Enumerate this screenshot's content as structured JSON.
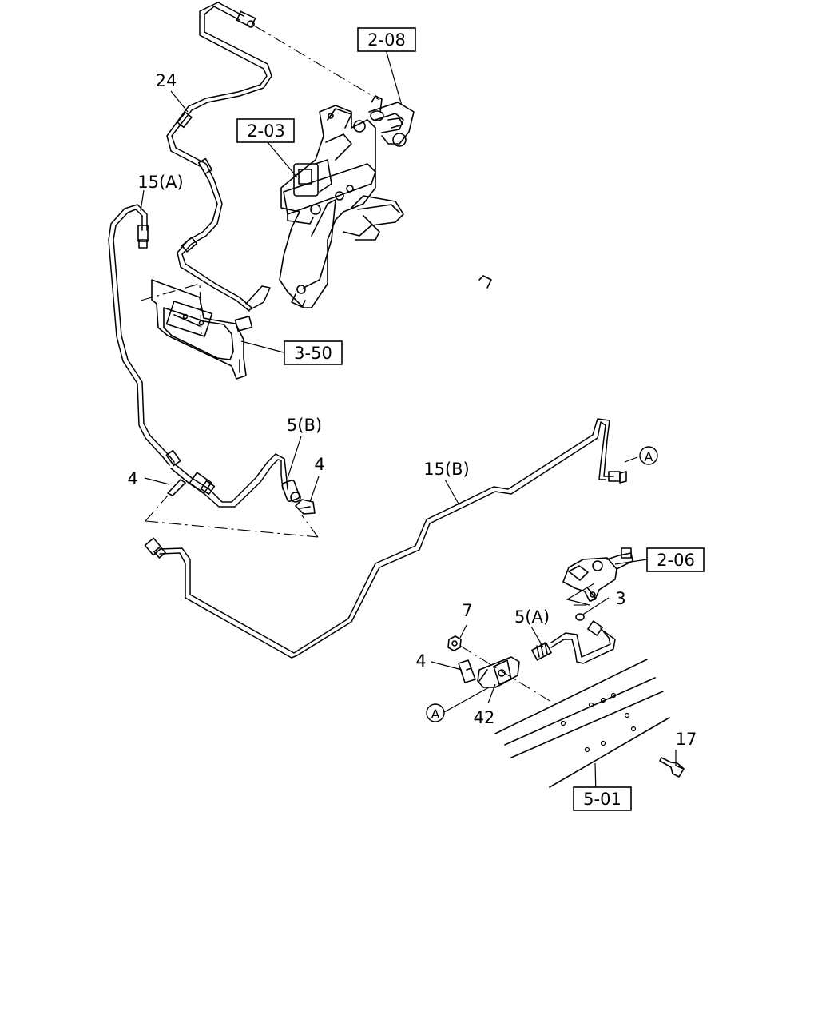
{
  "refs": {
    "r208": "2-08",
    "r203": "2-03",
    "r350": "3-50",
    "r206": "2-06",
    "r501": "5-01"
  },
  "callouts": {
    "c24": "24",
    "c15a": "15(A)",
    "c5b": "5(B)",
    "c4a": "4",
    "c4b": "4",
    "c15b": "15(B)",
    "c3": "3",
    "c7": "7",
    "c5a": "5(A)",
    "c4c": "4",
    "c42": "42",
    "c17": "17"
  },
  "markers": {
    "a1": "A",
    "a2": "A"
  }
}
